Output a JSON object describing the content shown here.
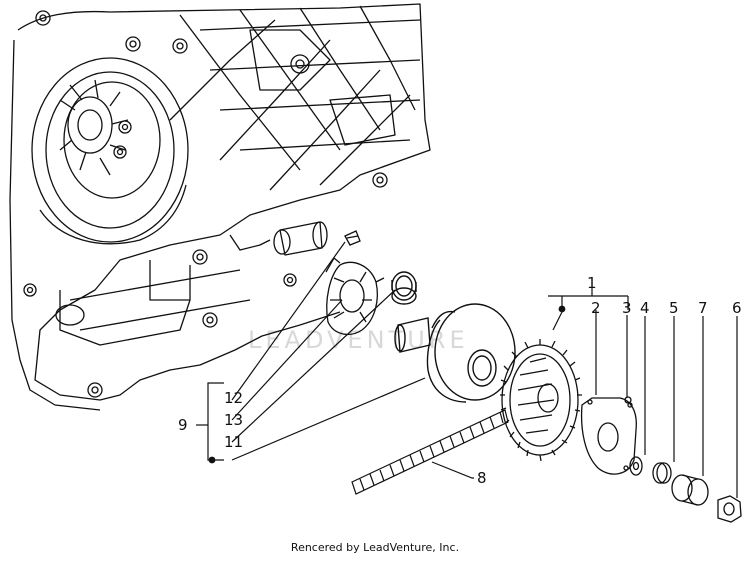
{
  "watermark": "LEADVENTURE",
  "credit": "Rencered by LeadVenture, Inc.",
  "callouts": {
    "c1": "1",
    "c2": "2",
    "c3": "3",
    "c4": "4",
    "c5": "5",
    "c6": "6",
    "c7": "7",
    "c8": "8",
    "c9": "9",
    "c11": "11",
    "c12": "12",
    "c13": "13"
  }
}
